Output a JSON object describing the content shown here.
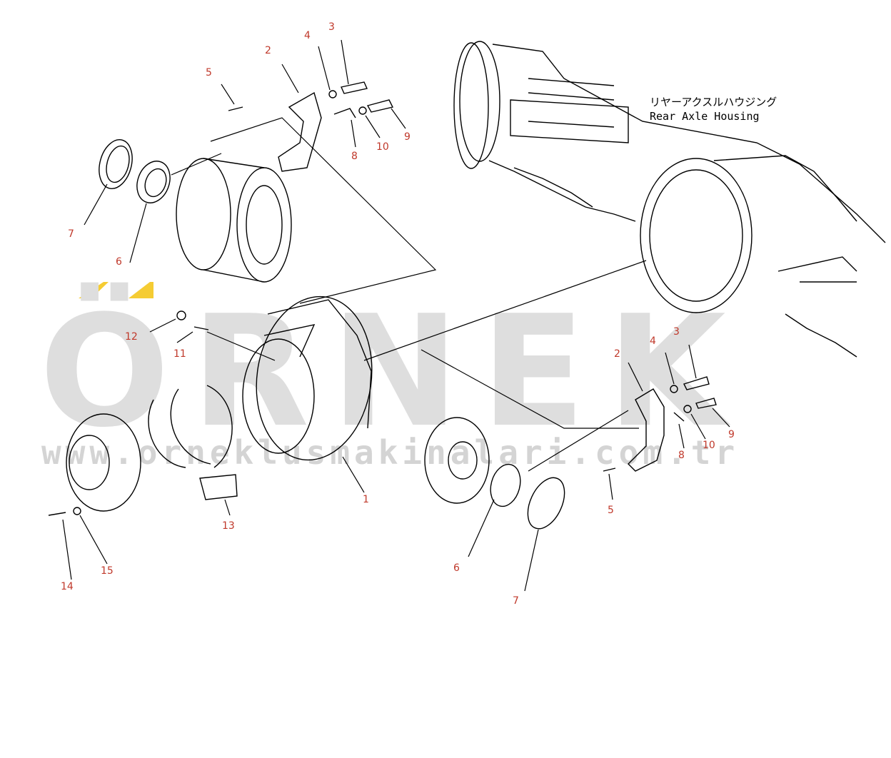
{
  "watermark": {
    "brand": "ÖRNEK",
    "url": "www.orneklusmakinalari.com.tr",
    "accent_color": "#f5cc33",
    "brand_color": "#dedede"
  },
  "caption": {
    "japanese": "リヤーアクスルハウジング",
    "english": "Rear Axle Housing"
  },
  "label_color": "#c0392b",
  "callouts_left": [
    "1",
    "2",
    "3",
    "4",
    "5",
    "6",
    "7",
    "8",
    "9",
    "10",
    "11",
    "12",
    "13",
    "14",
    "15"
  ],
  "callouts_right": [
    "2",
    "3",
    "4",
    "5",
    "6",
    "7",
    "8",
    "9",
    "10"
  ]
}
